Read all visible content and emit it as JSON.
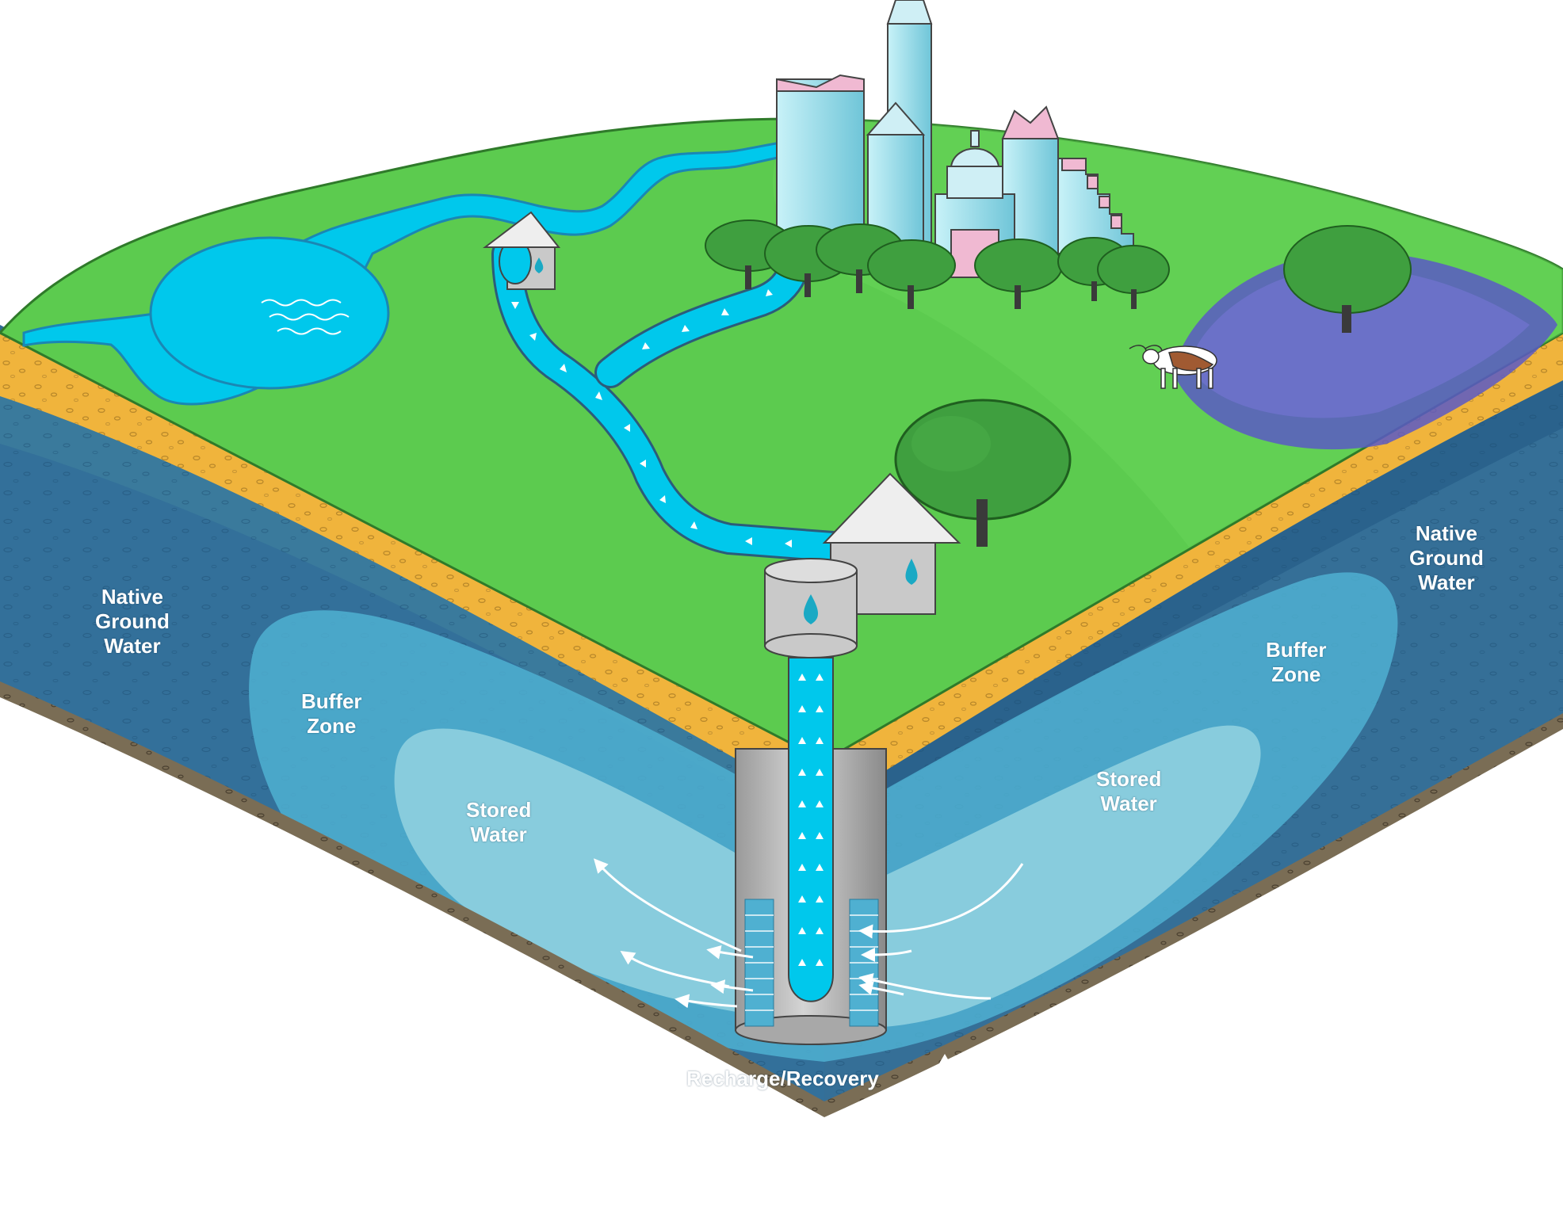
{
  "labels": {
    "native_left": [
      "Native",
      "Ground",
      "Water"
    ],
    "native_right": [
      "Native",
      "Ground",
      "Water"
    ],
    "buffer_left": [
      "Buffer",
      "Zone"
    ],
    "buffer_right": [
      "Buffer",
      "Zone"
    ],
    "stored_left": [
      "Stored",
      "Water"
    ],
    "stored_right": [
      "Stored",
      "Water"
    ],
    "recharge": "Recharge/Recovery"
  },
  "colors": {
    "grass": "#5ccb4f",
    "water": "#00c8ec",
    "sand": "#f0b43c",
    "aquifer_deep": "#2f6a95",
    "buffer": "#4fb0d1",
    "stored": "#8fd0df",
    "well_gray": "#bcbcbc",
    "bluebonnet": "#5a59c6",
    "sky_building": "#9fe2ee"
  },
  "icons": [
    "water-drop-icon",
    "up-arrow-icon",
    "down-arrow-icon"
  ]
}
